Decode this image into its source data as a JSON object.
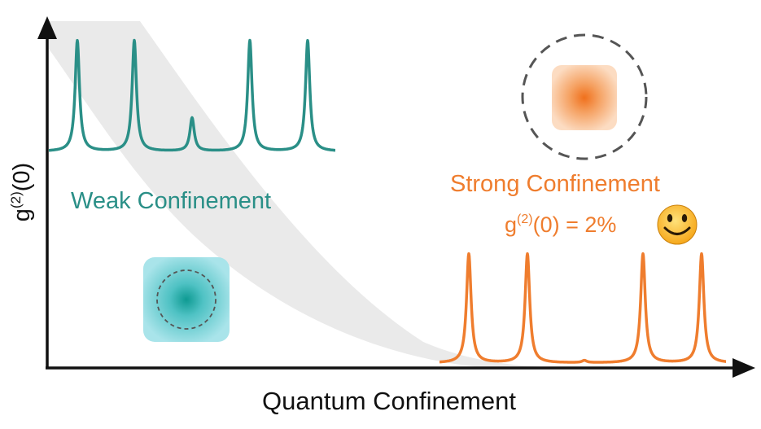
{
  "axes": {
    "x_label": "Quantum Confinement",
    "y_label_base": "g",
    "y_label_sup": "(2)",
    "y_label_tail": "(0)"
  },
  "weak": {
    "label": "Weak Confinement",
    "color": "#2a8f87",
    "dot_fill": "#6fcfd4",
    "peaks": [
      1.0,
      1.0,
      0.3,
      1.0,
      1.0
    ]
  },
  "strong": {
    "label": "Strong Confinement",
    "value_base": "g",
    "value_sup": "(2)",
    "value_tail": "(0) = 2%",
    "color": "#ef7d2e",
    "dot_fill": "#f4a26a",
    "peaks": [
      1.0,
      1.0,
      0.02,
      1.0,
      1.0
    ]
  },
  "icons": {
    "smiley": "smiley-face-icon"
  }
}
